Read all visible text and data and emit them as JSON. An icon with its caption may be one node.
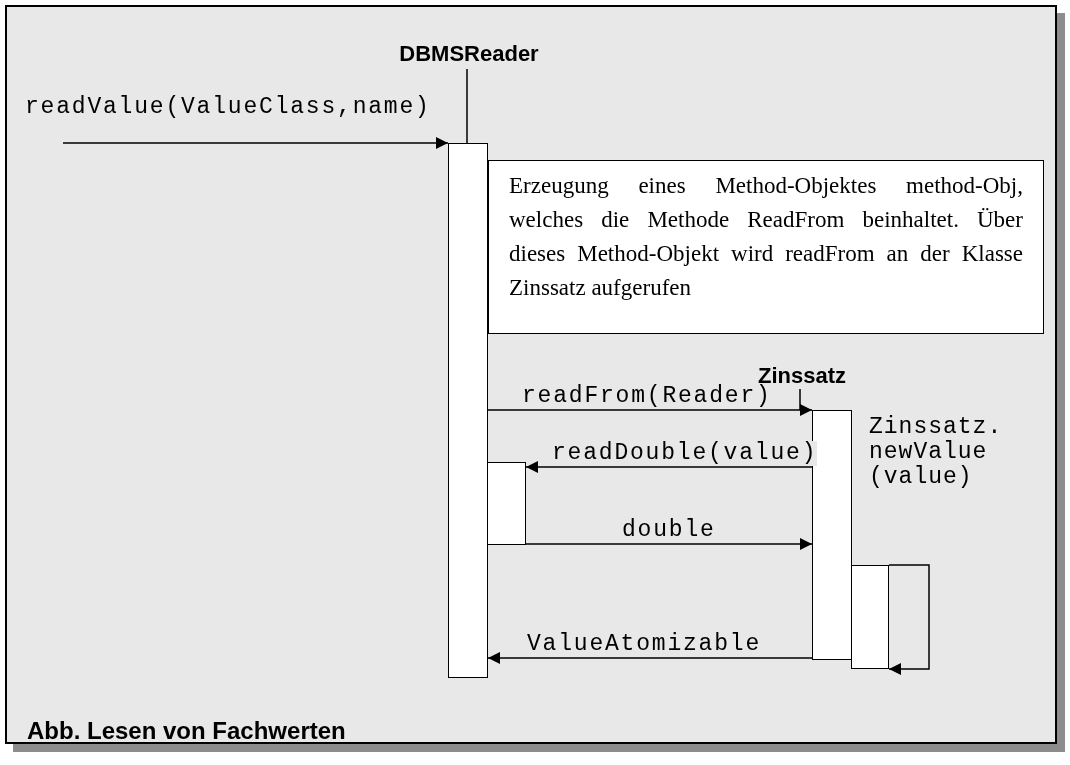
{
  "diagram": {
    "caption": "Abb. Lesen von Fachwerten",
    "nodes": [
      {
        "text": [
          "DBMSReader"
        ]
      },
      {
        "text": [],
        "shape": "bar"
      },
      {
        "text": [
          "Erzeugung eines Method-Objektes method-Obj, welches die Methode ReadFrom beinhaltet. Über dieses Method-Objekt wird readFrom an der Klasse Zinssatz aufgerufen"
        ]
      },
      {
        "text": [
          "Zinssatz"
        ]
      },
      {
        "text": [],
        "shape": "bar"
      },
      {
        "text": [],
        "shape": "bar"
      },
      {
        "text": [],
        "shape": "bar"
      }
    ],
    "edges": [
      {
        "from": null,
        "to": 1,
        "arrow": "to",
        "label": "readValue(ValueClass,name)"
      },
      {
        "from": 0,
        "to": 1,
        "arrow": "none"
      },
      {
        "from": 3,
        "to": 4,
        "arrow": "none"
      },
      {
        "from": 1,
        "to": 4,
        "arrow": "to",
        "label": "readFrom(Reader)"
      },
      {
        "from": 4,
        "to": 5,
        "arrow": "to",
        "label": "readDouble(value)"
      },
      {
        "from": 5,
        "to": 4,
        "arrow": "to",
        "label": "double"
      },
      {
        "from": 6,
        "to": 6,
        "arrow": "to"
      },
      {
        "from": 4,
        "to": 1,
        "arrow": "to",
        "label": "ValueAtomizable"
      }
    ],
    "labels": [
      "Zinssatz. newValue (value)"
    ]
  }
}
